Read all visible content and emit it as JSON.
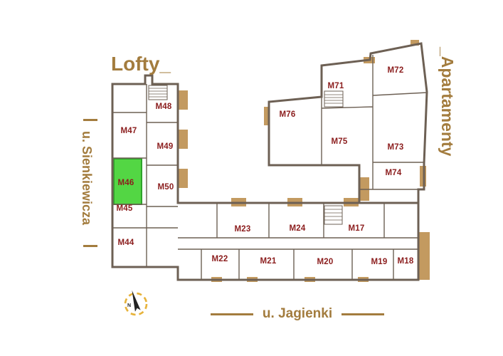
{
  "title": "Lofty_",
  "right_building_label": "_Apartamenty",
  "streets": {
    "left": "u. Sienkiewicza",
    "bottom": "u. Jagienki"
  },
  "compass": {
    "north_label": "N"
  },
  "highlighted_unit": "M46",
  "colors": {
    "brand_brown": "#A37C3E",
    "unit_label": "#8B1D1D",
    "highlight_green": "#53D644",
    "highlight_green_border": "#2FA32B",
    "wall": "#6D6054",
    "balcony_tan": "#C39A60",
    "compass_yellow": "#E7B33B"
  },
  "units": [
    {
      "id": "M44",
      "highlighted": false
    },
    {
      "id": "M45",
      "highlighted": false
    },
    {
      "id": "M46",
      "highlighted": true
    },
    {
      "id": "M47",
      "highlighted": false
    },
    {
      "id": "M48",
      "highlighted": false
    },
    {
      "id": "M49",
      "highlighted": false
    },
    {
      "id": "M50",
      "highlighted": false
    },
    {
      "id": "M71",
      "highlighted": false
    },
    {
      "id": "M72",
      "highlighted": false
    },
    {
      "id": "M73",
      "highlighted": false
    },
    {
      "id": "M74",
      "highlighted": false
    },
    {
      "id": "M75",
      "highlighted": false
    },
    {
      "id": "M76",
      "highlighted": false
    },
    {
      "id": "M17",
      "highlighted": false
    },
    {
      "id": "M18",
      "highlighted": false
    },
    {
      "id": "M19",
      "highlighted": false
    },
    {
      "id": "M20",
      "highlighted": false
    },
    {
      "id": "M21",
      "highlighted": false
    },
    {
      "id": "M22",
      "highlighted": false
    },
    {
      "id": "M23",
      "highlighted": false
    },
    {
      "id": "M24",
      "highlighted": false
    }
  ]
}
